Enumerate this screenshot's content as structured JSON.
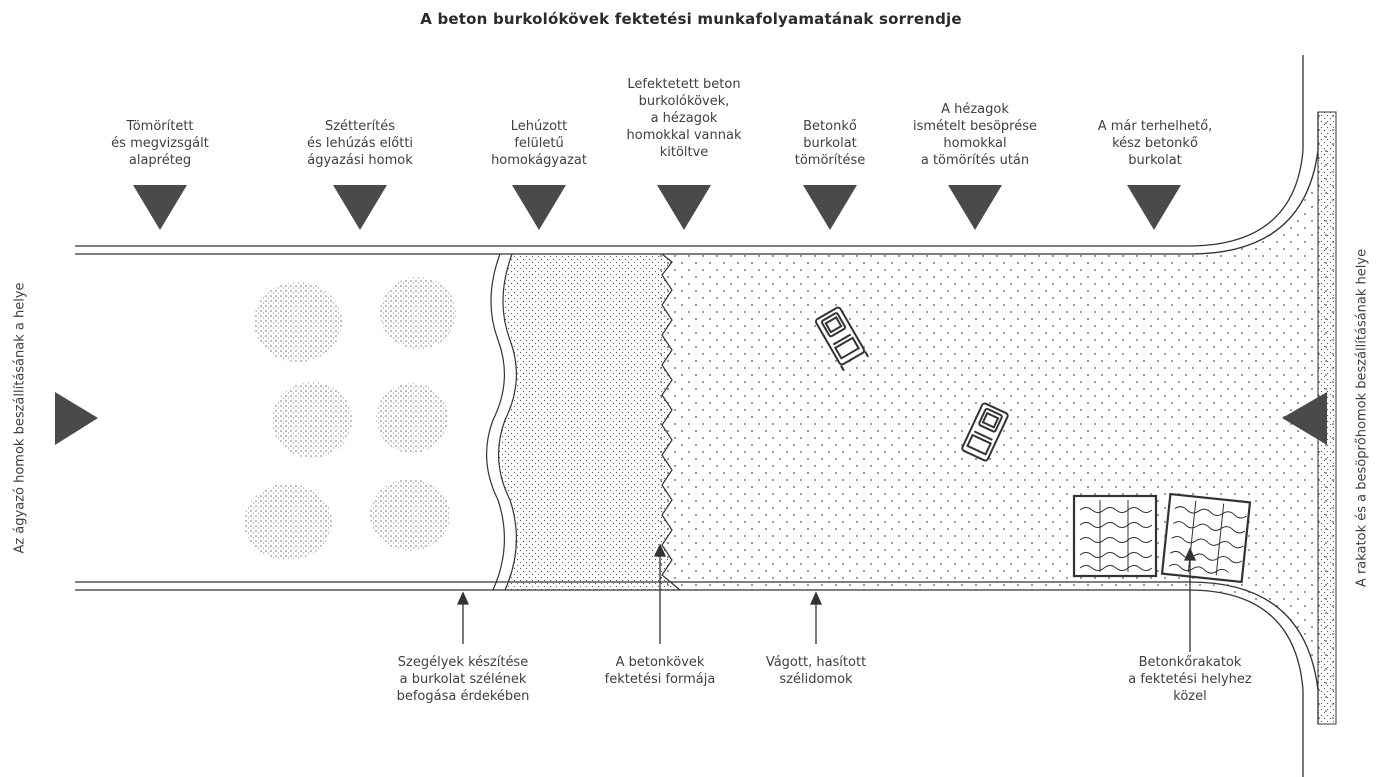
{
  "title": "A beton burkolókövek fektetési munkafolyamatának sorrendje",
  "top_labels": [
    [
      "Tömörített",
      "és megvizsgált",
      "alapréteg"
    ],
    [
      "Szétterítés",
      "és lehúzás előtti",
      "ágyazási homok"
    ],
    [
      "Lehúzott",
      "felületű",
      "homokágyazat"
    ],
    [
      "Lefektetett beton",
      "burkolókövek,",
      "a hézagok",
      "homokkal vannak",
      "kitöltve"
    ],
    [
      "Betonkő",
      "burkolat",
      "tömörítése"
    ],
    [
      "A hézagok",
      "ismételt besöprése",
      "homokkal",
      "a tömörítés után"
    ],
    [
      "A már terhelhető,",
      "kész betonkő",
      "burkolat"
    ]
  ],
  "bottom_labels": [
    [
      "Szegélyek készítése",
      "a burkolat szélének",
      "befogása érdekében"
    ],
    [
      "A betonkövek",
      "fektetési formája"
    ],
    [
      "Vágott, hasított",
      "szélidomok"
    ],
    [
      "Betonkőrakatok",
      "a fektetési helyhez",
      "közel"
    ]
  ],
  "left_label": "Az ágyazó homok beszállításának a helye",
  "right_label": "A rakatok és a besöprőhomok beszállításának helye",
  "colors": {
    "ink": "#3a3a3a",
    "arrow": "#4a4a4a",
    "background": "#ffffff"
  }
}
